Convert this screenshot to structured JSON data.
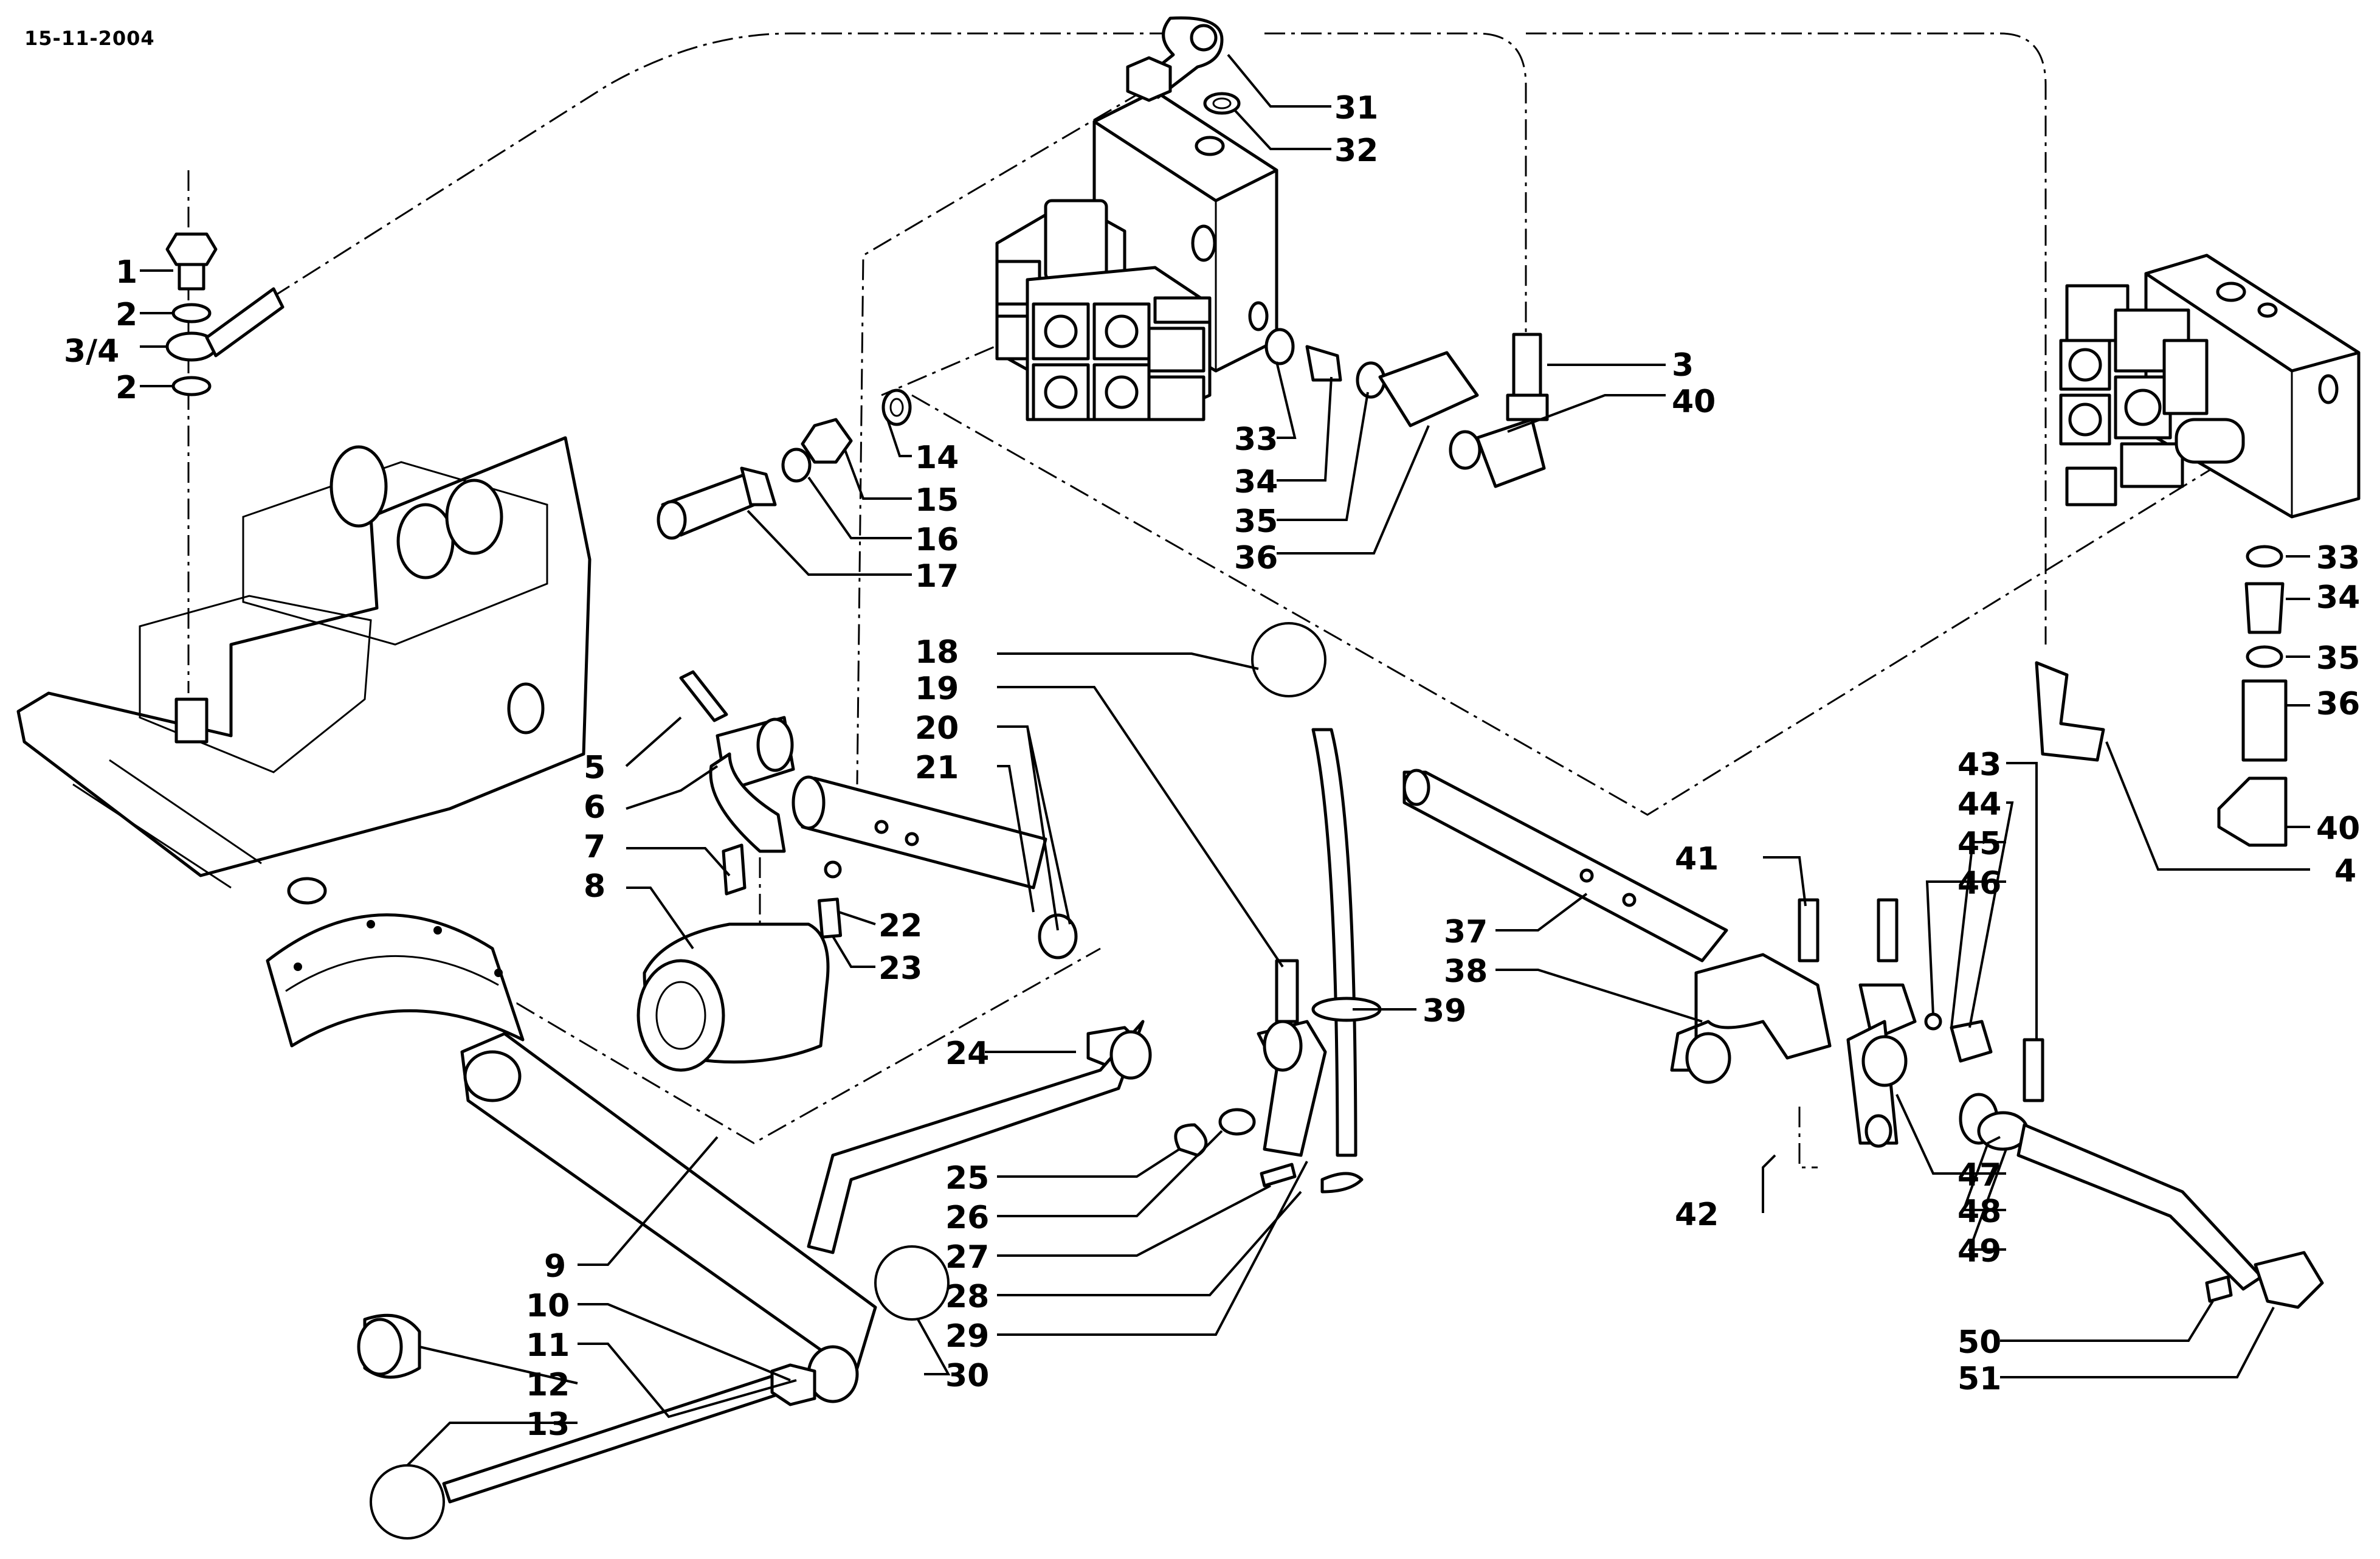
{
  "header": {
    "date": "15-11-2004"
  },
  "callouts": [
    "1",
    "2",
    "3/4",
    "2",
    "31",
    "32",
    "3",
    "40",
    "14",
    "15",
    "16",
    "17",
    "33",
    "34",
    "35",
    "36",
    "33",
    "34",
    "35",
    "36",
    "40",
    "4",
    "5",
    "6",
    "7",
    "8",
    "18",
    "19",
    "20",
    "21",
    "22",
    "23",
    "24",
    "25",
    "26",
    "27",
    "28",
    "29",
    "30",
    "9",
    "10",
    "11",
    "12",
    "13",
    "37",
    "38",
    "39",
    "41",
    "42",
    "43",
    "44",
    "45",
    "46",
    "47",
    "48",
    "49",
    "50",
    "51"
  ]
}
